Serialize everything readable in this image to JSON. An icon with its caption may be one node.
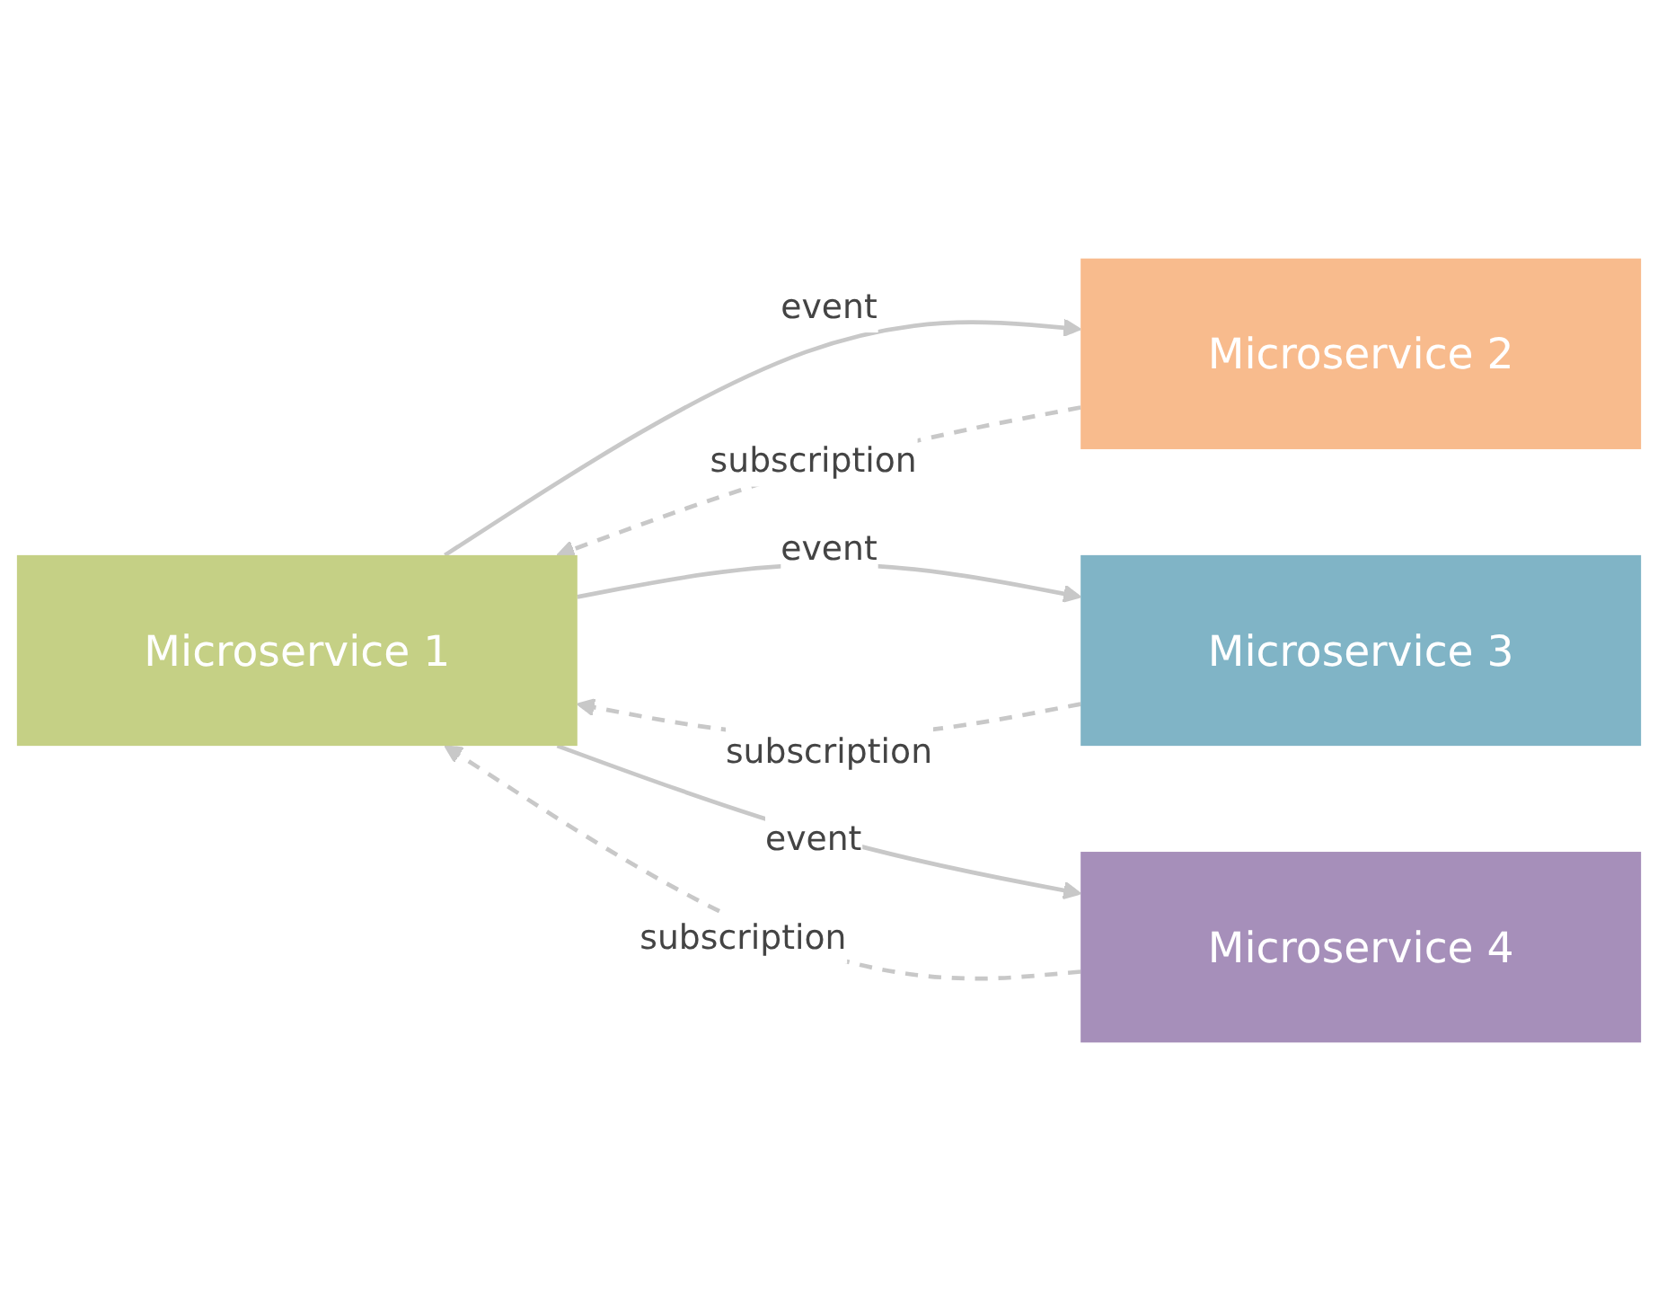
{
  "diagram": {
    "nodes": [
      {
        "text": [
          "Microservice 1"
        ]
      },
      {
        "text": [
          "Microservice 2"
        ]
      },
      {
        "text": [
          "Microservice 3"
        ]
      },
      {
        "text": [
          "Microservice 4"
        ]
      }
    ],
    "edges": [
      {
        "from": 0,
        "to": 1,
        "arrow": "to",
        "label": "event"
      },
      {
        "from": 1,
        "to": 0,
        "arrow": "to",
        "label": "subscription",
        "style": "dashed"
      },
      {
        "from": 0,
        "to": 2,
        "arrow": "to",
        "label": "event"
      },
      {
        "from": 2,
        "to": 0,
        "arrow": "to",
        "label": "subscription",
        "style": "dashed"
      },
      {
        "from": 0,
        "to": 3,
        "arrow": "to",
        "label": "event"
      },
      {
        "from": 3,
        "to": 0,
        "arrow": "to",
        "label": "subscription",
        "style": "dashed"
      }
    ]
  }
}
